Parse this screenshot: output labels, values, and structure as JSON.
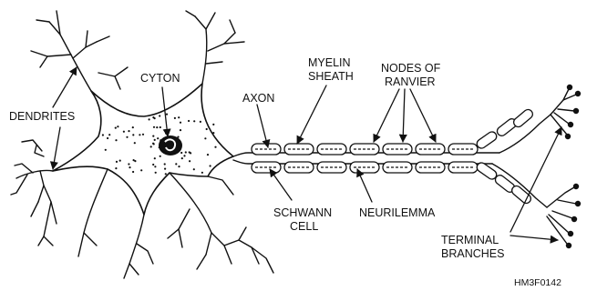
{
  "labels": {
    "dendrites": "DENDRITES",
    "cyton": "CYTON",
    "axon": "AXON",
    "myelin_line1": "MYELIN",
    "myelin_line2": "SHEATH",
    "nodes_line1": "NODES OF",
    "nodes_line2": "RANVIER",
    "schwann_line1": "SCHWANN",
    "schwann_line2": "CELL",
    "neurilemma": "NEURILEMMA",
    "terminal_line1": "TERMINAL",
    "terminal_line2": "BRANCHES",
    "figure_code": "HM3F0142"
  },
  "colors": {
    "ink": "#111111",
    "background": "#ffffff"
  }
}
